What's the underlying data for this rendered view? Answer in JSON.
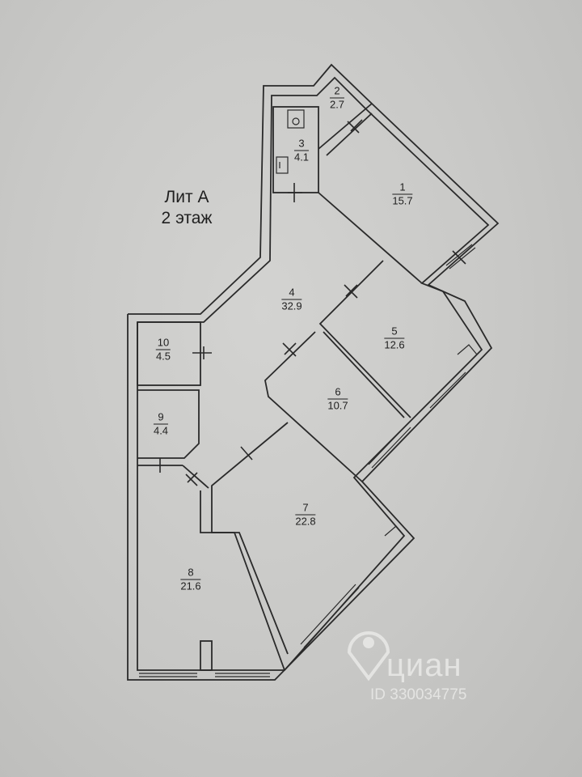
{
  "title": {
    "line1": "Лит А",
    "line2": "2 этаж"
  },
  "rooms": [
    {
      "num": "1",
      "area": "15.7"
    },
    {
      "num": "2",
      "area": "2.7"
    },
    {
      "num": "3",
      "area": "4.1"
    },
    {
      "num": "4",
      "area": "32.9"
    },
    {
      "num": "5",
      "area": "12.6"
    },
    {
      "num": "6",
      "area": "10.7"
    },
    {
      "num": "7",
      "area": "22.8"
    },
    {
      "num": "8",
      "area": "21.6"
    },
    {
      "num": "9",
      "area": "4.4"
    },
    {
      "num": "10",
      "area": "4.5"
    }
  ],
  "watermark": {
    "brand": "циан",
    "id": "ID 330034775",
    "icon": "map-pin-icon"
  },
  "colors": {
    "background": "#cbcbc9",
    "line": "#2a2a2a",
    "watermark": "#e4e4e2"
  }
}
